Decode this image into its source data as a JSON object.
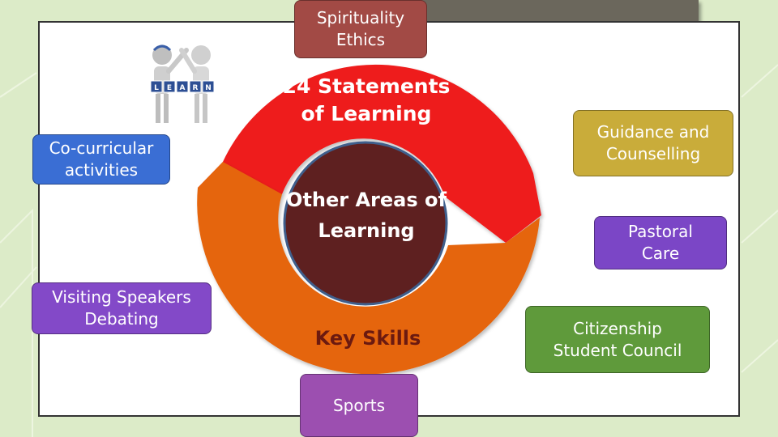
{
  "colors": {
    "background": "#dcebc8",
    "outer_ring_top": "#ee1c1c",
    "outer_ring_bottom": "#e5650c",
    "inner_circle": "#5e2020",
    "inner_circle_border": "#3f5f8c",
    "spirituality_box": "#a24a45",
    "co_curricular_box": "#3a6ed4",
    "visiting_box": "#8349c8",
    "guidance_box": "#c9ac3a",
    "pastoral_box": "#7b46c6",
    "citizenship_box": "#5f9a3b",
    "sports_box": "#9c4fb0"
  },
  "ring": {
    "top_label": "24 Statements\nof Learning",
    "bottom_label": "Key Skills",
    "center_label": "Other Areas of\nLearning"
  },
  "boxes": {
    "spirituality": "Spirituality\nEthics",
    "co_curricular": "Co-curricular\nactivities",
    "visiting": "Visiting Speakers\nDebating",
    "guidance": "Guidance and\nCounselling",
    "pastoral": "Pastoral\nCare",
    "citizenship": "Citizenship\nStudent Council",
    "sports": "Sports"
  },
  "clipart": {
    "icon": "learn-figures-icon",
    "letters": [
      "L",
      "E",
      "A",
      "R",
      "N"
    ]
  }
}
